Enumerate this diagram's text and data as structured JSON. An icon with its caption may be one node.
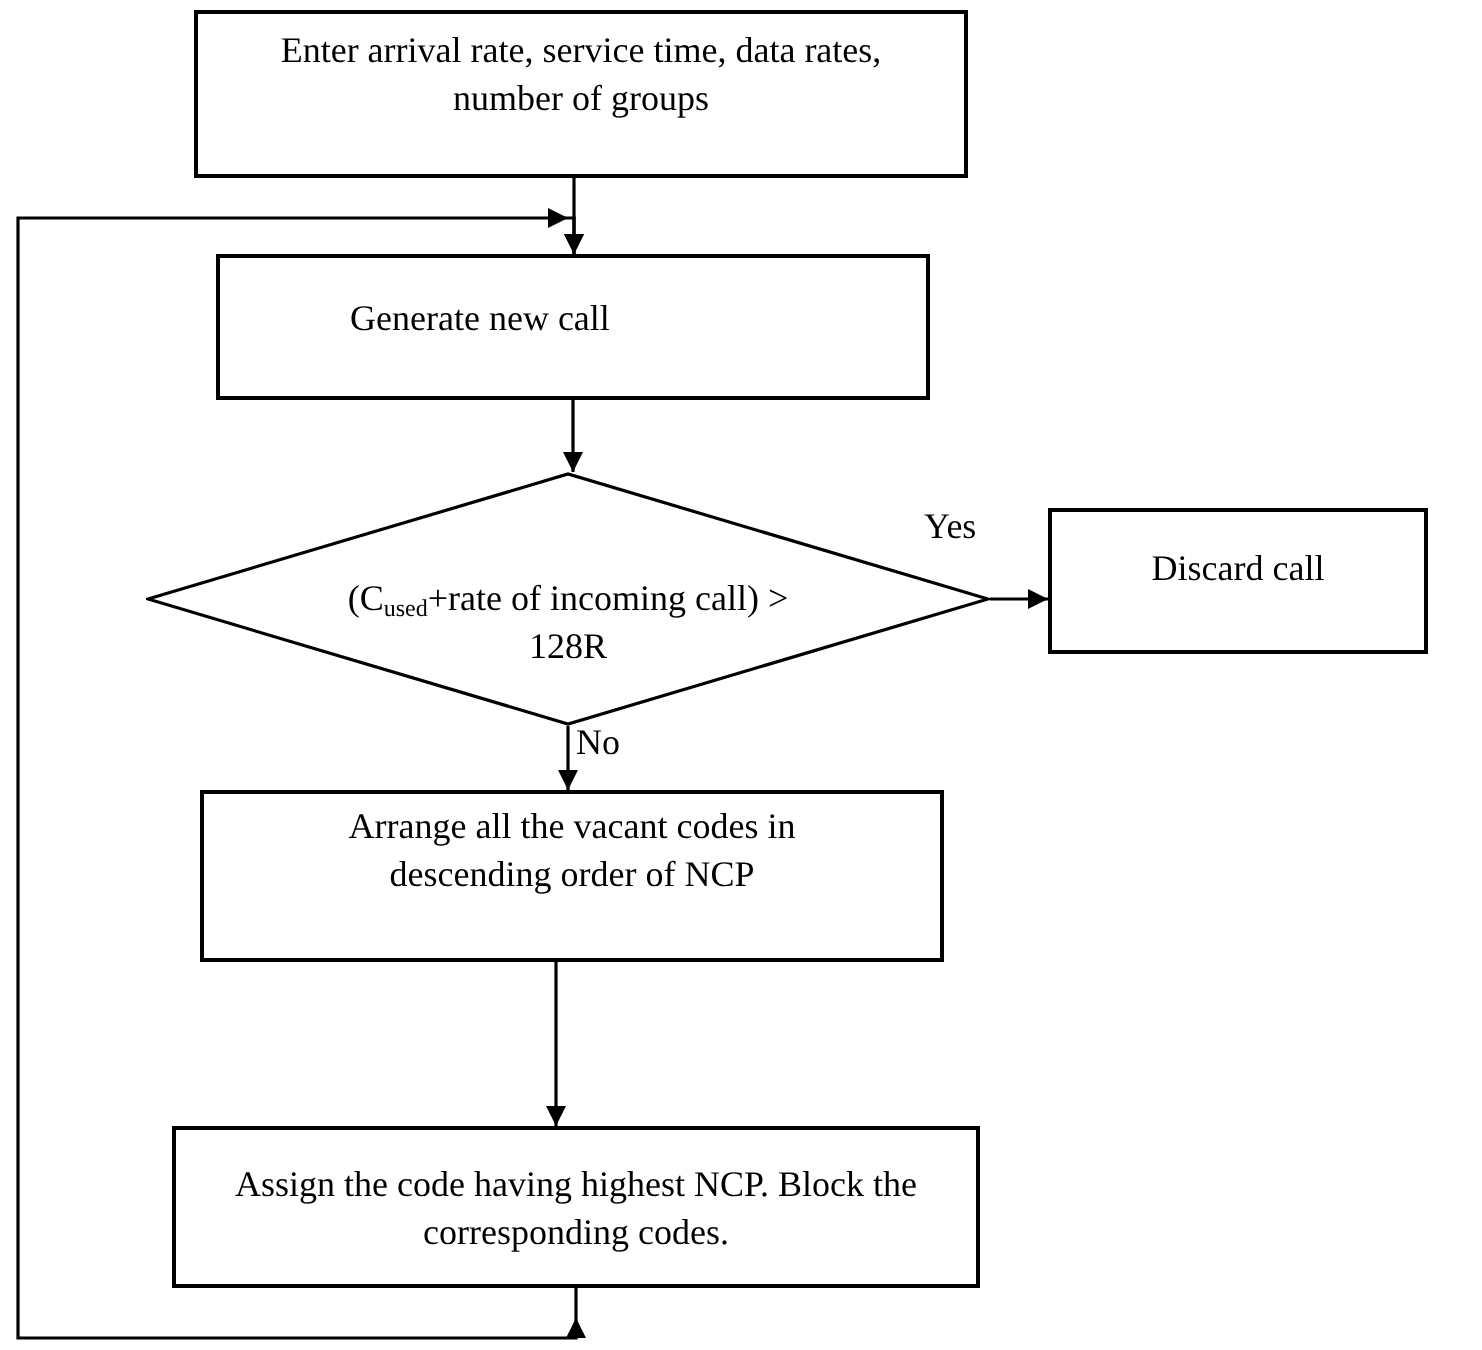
{
  "diagram": {
    "nodes": [
      {
        "text": [
          "Enter arrival rate, service time, data rates, number of groups"
        ]
      },
      {
        "text": [
          "Generate new call"
        ]
      },
      {
        "text": [
          "(C$_{used}$+rate of incoming call) > 128R"
        ]
      },
      {
        "text": [
          "Discard call"
        ]
      },
      {
        "text": [
          "Arrange all the vacant codes in descending order of NCP"
        ]
      },
      {
        "text": [
          "Assign the code having highest NCP. Block the corresponding codes."
        ]
      }
    ],
    "edges": [
      {
        "from": 0,
        "to": 1,
        "arrow": "to"
      },
      {
        "from": 1,
        "to": 2,
        "arrow": "to"
      },
      {
        "from": 2,
        "to": 3,
        "arrow": "to",
        "label": "Yes"
      },
      {
        "from": 2,
        "to": 4,
        "arrow": "to",
        "label": "No"
      },
      {
        "from": 4,
        "to": 5,
        "arrow": "to"
      },
      {
        "from": 5,
        "to": 1,
        "arrow": "to"
      }
    ]
  }
}
